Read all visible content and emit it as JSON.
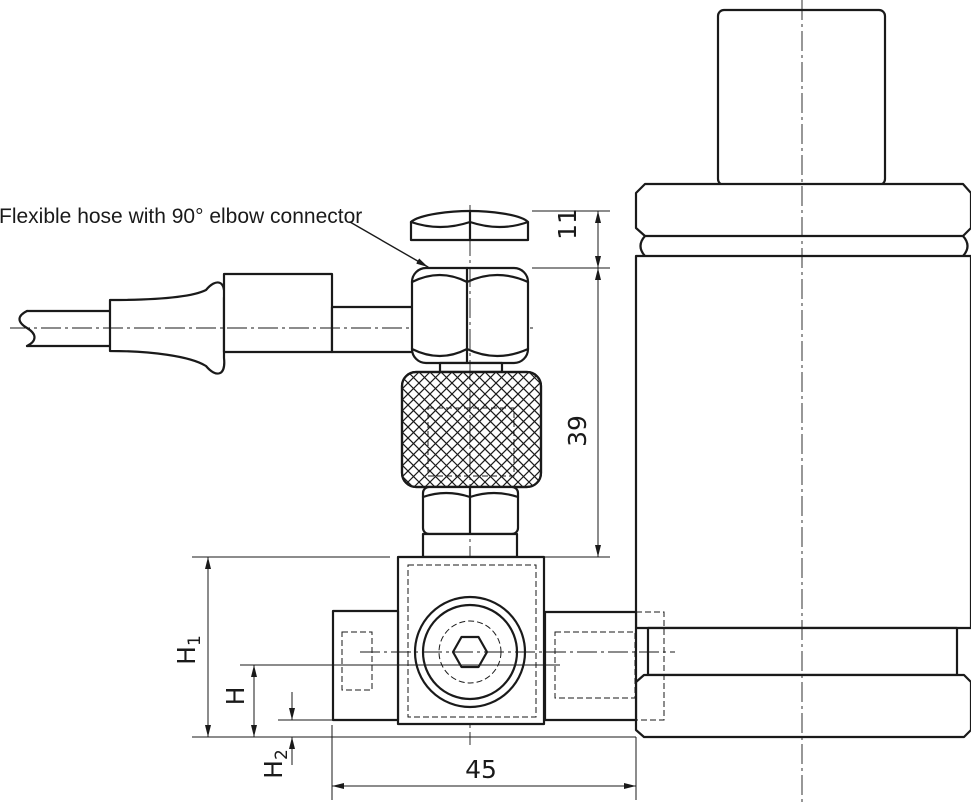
{
  "callout": {
    "label": "Flexible hose with 90° elbow connector"
  },
  "dimensions": {
    "nut_height": "11",
    "fitting_height": "39",
    "width": "45",
    "h1": {
      "letter": "H",
      "sub": "1"
    },
    "h": {
      "letter": "H"
    },
    "h2": {
      "letter": "H",
      "sub": "2"
    }
  }
}
